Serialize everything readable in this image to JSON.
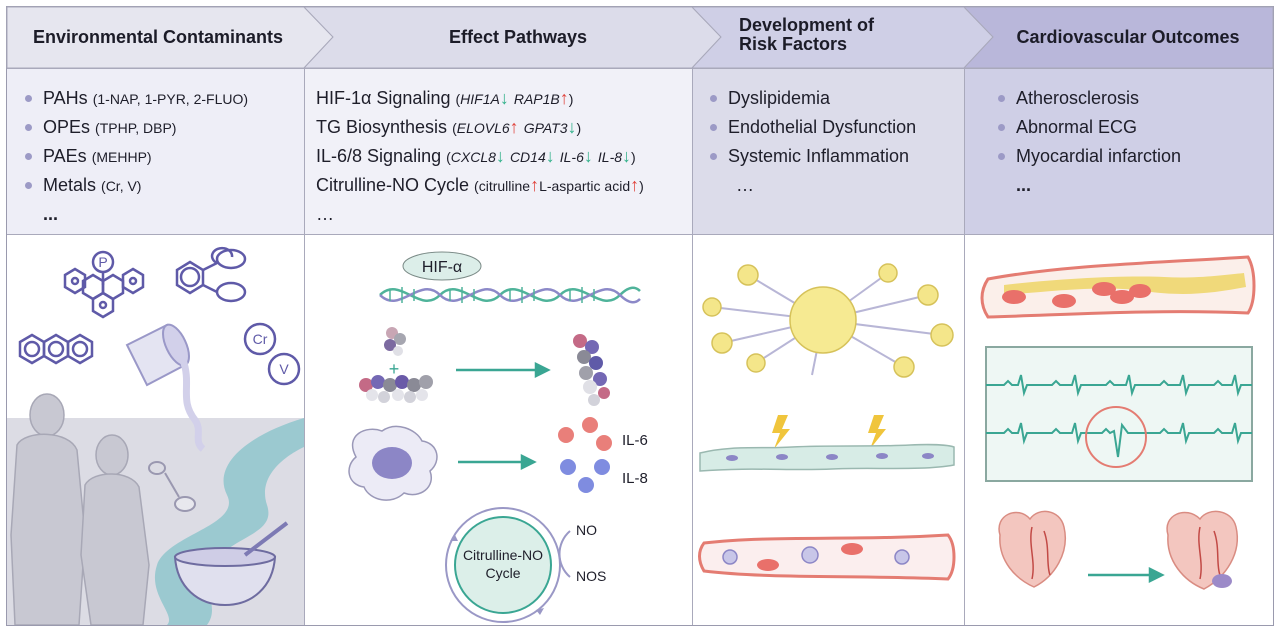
{
  "headers": [
    {
      "title": "Environmental Contaminants"
    },
    {
      "title": "Effect Pathways"
    },
    {
      "title_line1": "Development of",
      "title_line2": "Risk Factors"
    },
    {
      "title": "Cardiovascular Outcomes"
    }
  ],
  "contaminants": {
    "items": [
      {
        "name": "PAHs",
        "detail": "(1-NAP, 1-PYR, 2-FLUO)"
      },
      {
        "name": "OPEs",
        "detail": "(TPHP, DBP)"
      },
      {
        "name": "PAEs",
        "detail": "(MEHHP)"
      },
      {
        "name": "Metals",
        "detail": "(Cr, V)"
      }
    ],
    "more": "..."
  },
  "pathways": {
    "hif": {
      "name": "HIF-1α Signaling",
      "open": "(",
      "g1": "HIF1A",
      "a1": "↓",
      "g2": "RAP1B",
      "a2": "↑",
      "close": ")"
    },
    "tg": {
      "name": "TG Biosynthesis",
      "open": "(",
      "g1": "ELOVL6",
      "a1": "↑",
      "g2": "GPAT3",
      "a2": "↓",
      "close": ")"
    },
    "il": {
      "name": "IL-6/8 Signaling",
      "open": "(",
      "g1": "CXCL8",
      "a1": "↓",
      "g2": "CD14",
      "a2": "↓",
      "g3": "IL-6",
      "a3": "↓",
      "g4": "IL-8",
      "a4": "↓",
      "close": ")"
    },
    "cit": {
      "name": "Citrulline-NO Cycle",
      "open": "(citrulline",
      "a1": "↑",
      "g2": "L-aspartic acid",
      "a2": "↑",
      "close": ")"
    },
    "more": "…"
  },
  "risk_factors": {
    "items": [
      "Dyslipidemia",
      "Endothelial Dysfunction",
      "Systemic Inflammation"
    ],
    "more": "…"
  },
  "outcomes": {
    "items": [
      "Atherosclerosis",
      "Abnormal ECG",
      "Myocardial infarction"
    ],
    "more": "..."
  },
  "illustrations": {
    "phosphorus_label": "P",
    "cr_label": "Cr",
    "v_label": "V",
    "hif_label": "HIF-α",
    "il6_label": "IL-6",
    "il8_label": "IL-8",
    "cycle_line1": "Citrulline-NO",
    "cycle_line2": "Cycle",
    "no_label": "NO",
    "nos_label": "NOS",
    "plus": "+"
  },
  "colors": {
    "header_1": "#e6e6ef",
    "header_2": "#dcdcea",
    "header_3": "#cfcfe6",
    "header_4": "#b9b7da",
    "list_bg": "#eeeef7",
    "illus_bg": "#ffffff",
    "accent_teal": "#3aa693",
    "up_arrow": "#e0453e",
    "down_arrow": "#2fb089",
    "molecule_purple": "#5f5aa8"
  }
}
